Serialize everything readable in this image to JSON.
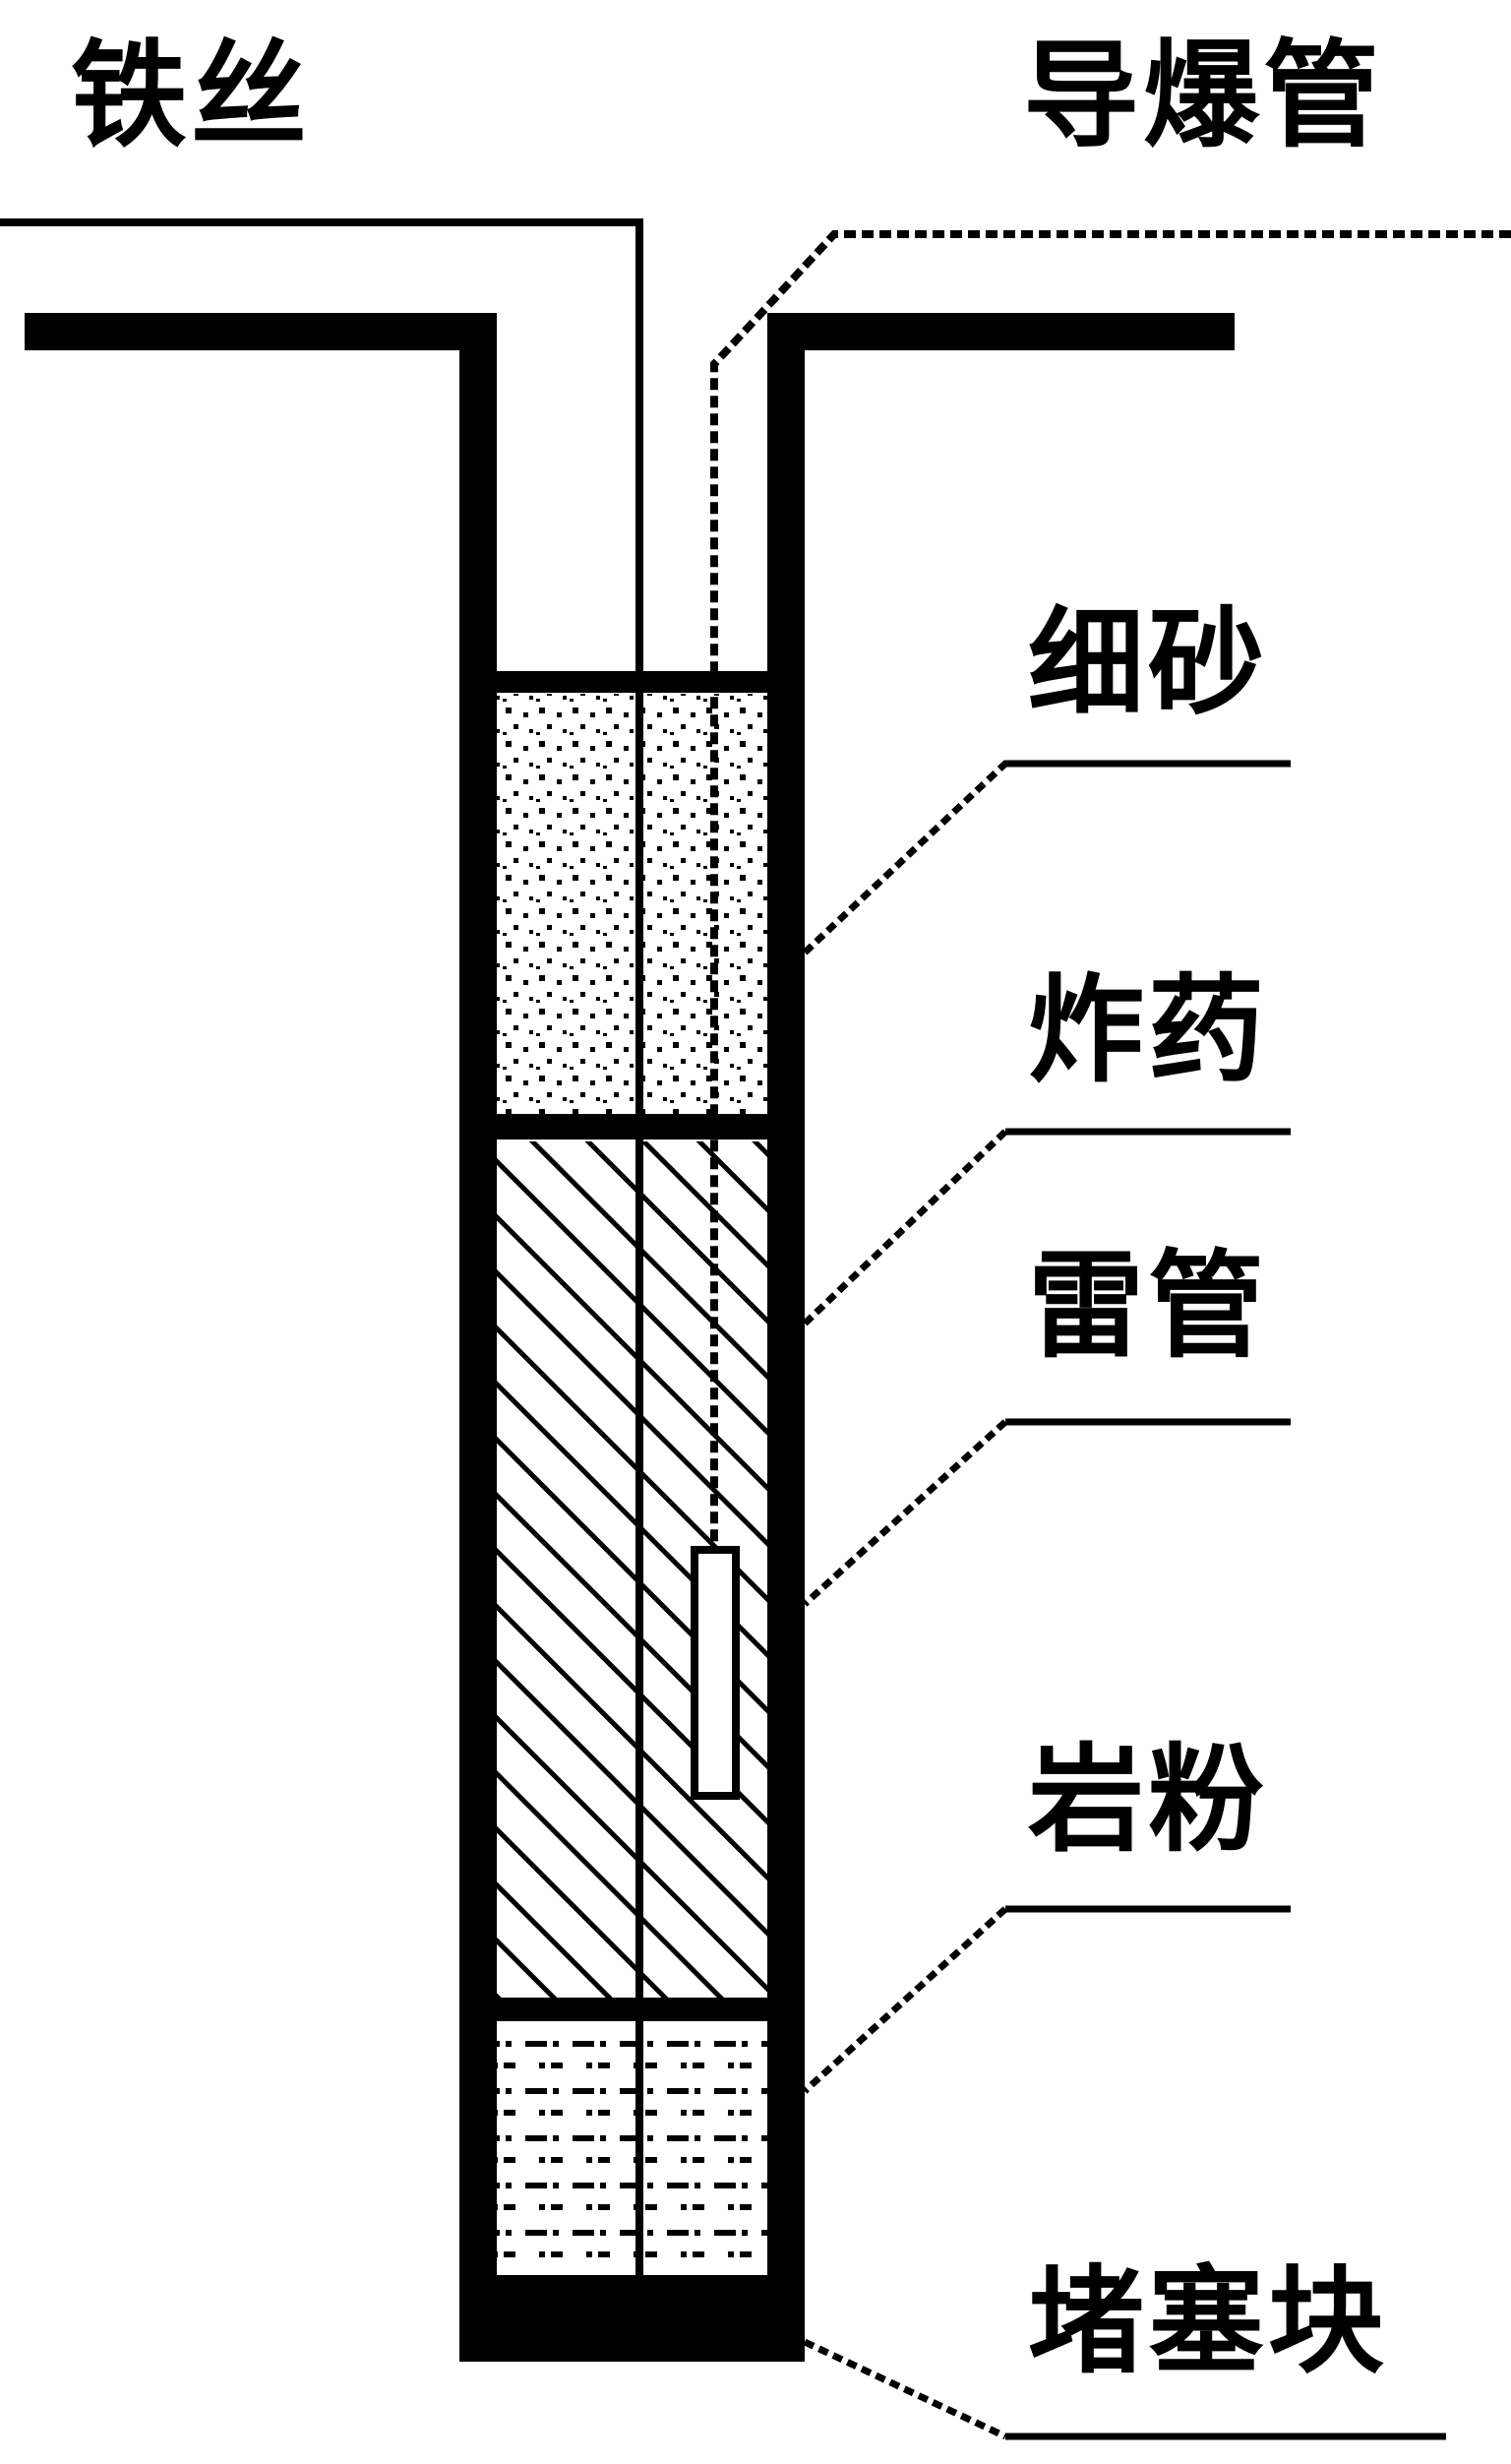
{
  "labels": {
    "wire": "铁丝",
    "detonating_tube": "导爆管",
    "fine_sand": "细砂",
    "explosive": "炸药",
    "detonator": "雷管",
    "rock_powder": "岩粉",
    "plug_block": "堵塞块"
  },
  "colors": {
    "ink": "#000000",
    "paper": "#ffffff"
  }
}
